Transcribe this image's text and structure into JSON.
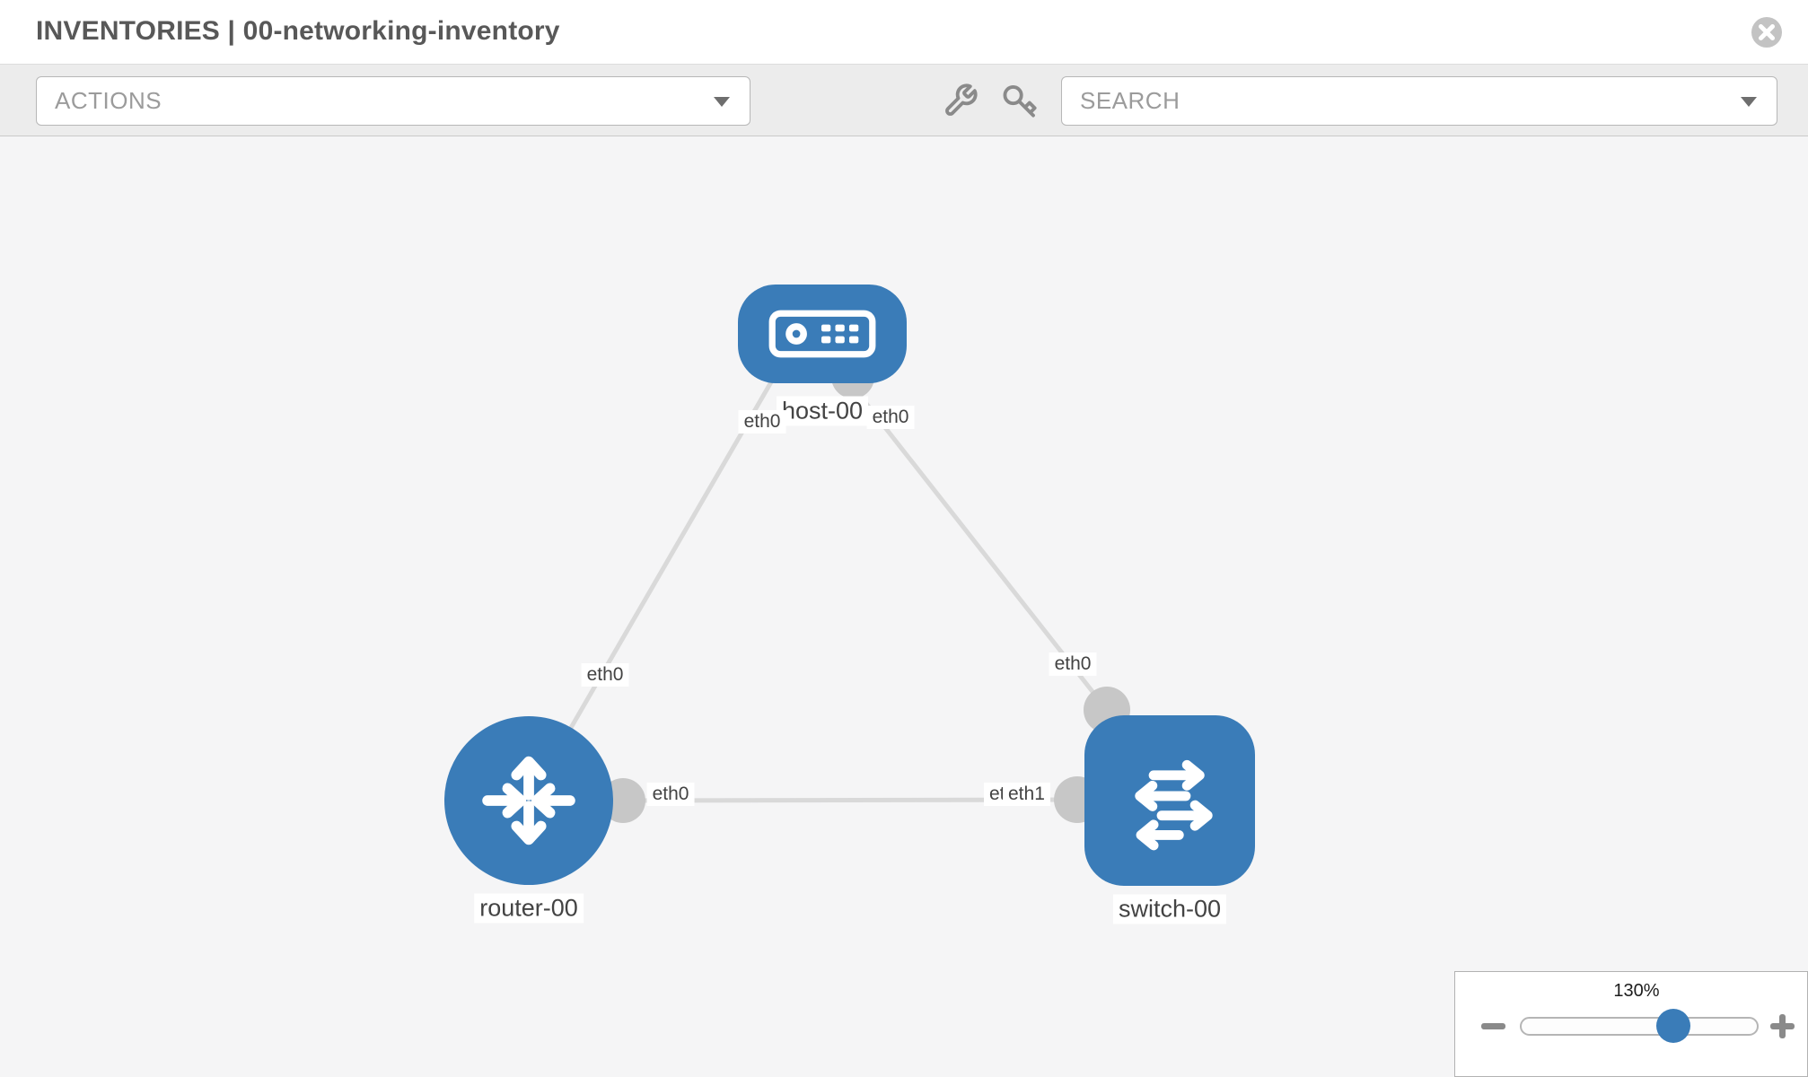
{
  "header": {
    "title": "INVENTORIES | 00-networking-inventory"
  },
  "toolbar": {
    "actions_label": "ACTIONS",
    "search_label": "SEARCH"
  },
  "canvas": {
    "nodes": [
      {
        "id": "host-00",
        "type": "host",
        "label": "host-00",
        "icon": "server-icon"
      },
      {
        "id": "router-00",
        "type": "router",
        "label": "router-00",
        "icon": "router-crossed-arrows-icon"
      },
      {
        "id": "switch-00",
        "type": "switch",
        "label": "switch-00",
        "icon": "switch-arrows-icon"
      }
    ],
    "links": [
      {
        "from": "host-00",
        "to": "router-00"
      },
      {
        "from": "host-00",
        "to": "switch-00"
      },
      {
        "from": "router-00",
        "to": "switch-00"
      }
    ],
    "interface_labels": {
      "host_router_host_side": "eth0",
      "host_switch_host_side": "eth0",
      "host_router_router_side": "eth0",
      "host_switch_switch_side": "eth0",
      "router_switch_router_side": "eth0",
      "router_switch_switch_side_hidden": "eth0",
      "router_switch_switch_side": "eth1"
    }
  },
  "zoom_control": {
    "percent": "130%"
  },
  "icons": {
    "close": "circle-x-icon",
    "wrench": "wrench-icon",
    "key": "key-icon",
    "dropdown_caret": "chevron-down-icon",
    "zoom_out": "minus-icon",
    "zoom_in": "plus-icon"
  },
  "colors": {
    "node_blue": "#3a7cb8",
    "link_gray": "#d9d9d9",
    "interface_dot_gray": "#c7c7c7",
    "toolbar_gray": "#ececec",
    "canvas_gray": "#f5f5f6",
    "title_gray": "#585858"
  }
}
